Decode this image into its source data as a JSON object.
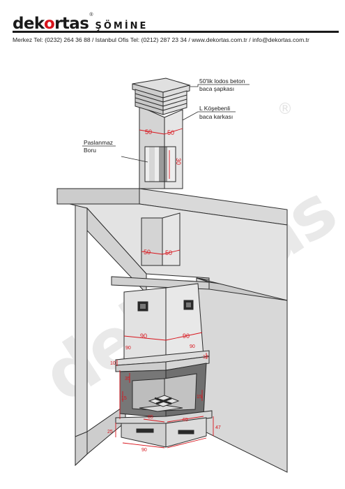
{
  "header": {
    "brand": "dekortas",
    "product": "ŞÖMİNE",
    "contact": "Merkez Tel: (0232) 264 36 88  /   Istanbul Ofis Tel: (0212) 287 23 34  / www.dekortas.com.tr / info@dekortas.com.tr"
  },
  "watermark": {
    "text": "dekortas"
  },
  "labels": {
    "cap_line1": "50'lik lodos beton",
    "cap_line2": "baca şapkası",
    "frame_line1": "L Köşebenli",
    "frame_line2": "baca karkası",
    "pipe_line1": "Paslanmaz",
    "pipe_line2": "Boru"
  },
  "dimensions": {
    "flue_upper_left": "50",
    "flue_upper_right": "50",
    "pipe_height": "30",
    "flue_lower_left": "50",
    "flue_lower_right": "50",
    "hood_front": "90",
    "hood_side": "90",
    "hood_front_sm": "90",
    "hood_side_sm": "90",
    "mantel_height": "10",
    "mantel_depth": "10",
    "opening_height": "35",
    "box_left": "15",
    "box_right": "15",
    "firebox": "65",
    "base_side": "65",
    "base_front": "90",
    "base_height_left": "25",
    "base_height_right": "47"
  },
  "colors": {
    "accent": "#d8141c",
    "wall": "#dcdcdc",
    "outline": "#2a2a2a"
  }
}
